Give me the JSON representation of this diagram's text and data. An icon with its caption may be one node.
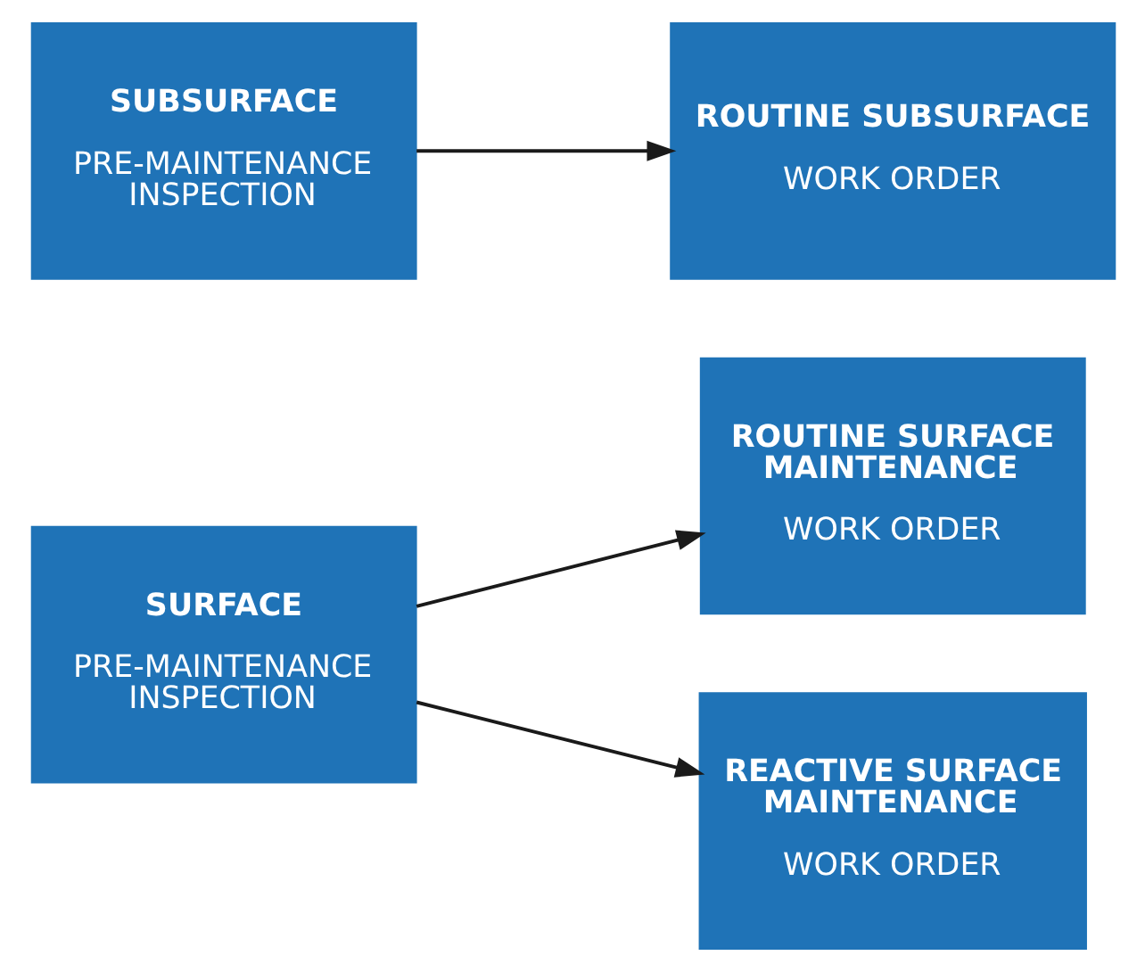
{
  "diagram": {
    "nodes": [
      {
        "text": [
          "SURFACE",
          "PRE-MAINTENANCE INSPECTION"
        ]
      },
      {
        "text": [
          "ROUTINE SURFACE MAINTENANCE",
          "WORK ORDER"
        ]
      },
      {
        "text": [
          "REACTIVE SURFACE MAINTENANCE",
          "WORK ORDER"
        ]
      },
      {
        "text": [
          "SUBSURFACE",
          "PRE-MAINTENANCE INSPECTION"
        ]
      },
      {
        "text": [
          "ROUTINE SUBSURFACE",
          "WORK ORDER"
        ]
      }
    ],
    "edges": [
      {
        "from": 0,
        "to": 1,
        "arrow": "to"
      },
      {
        "from": 0,
        "to": 2,
        "arrow": "to"
      },
      {
        "from": 3,
        "to": 4,
        "arrow": "to"
      }
    ]
  }
}
